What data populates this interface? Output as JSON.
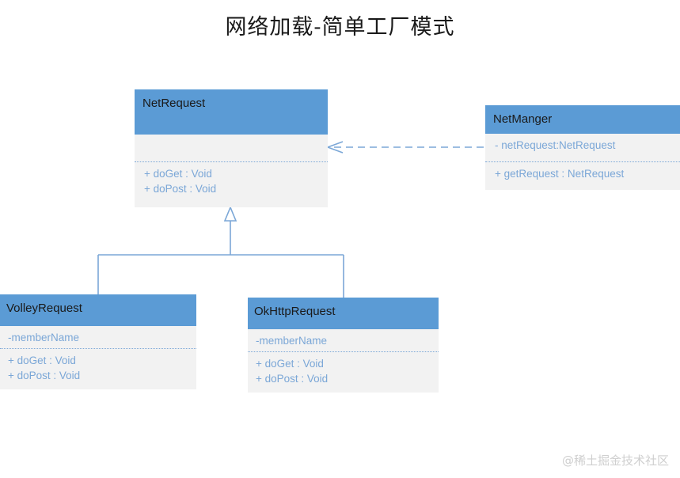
{
  "page": {
    "title": "网络加载-简单工厂模式",
    "watermark": "@稀土掘金技术社区",
    "background": "#ffffff"
  },
  "theme": {
    "header_fill": "#5b9bd5",
    "body_fill": "#f2f2f2",
    "member_text": "#7ba7d7",
    "title_text": "#1a1a1a",
    "connector_stroke": "#7ba7d7",
    "watermark_text": "#cfcfcf"
  },
  "classes": [
    {
      "id": "netrequest",
      "name": "NetRequest",
      "attributes": [],
      "operations": [
        "+ doGet : Void",
        "+ doPost : Void"
      ]
    },
    {
      "id": "netmanger",
      "name": "NetManger",
      "attributes": [
        "- netRequest:NetRequest"
      ],
      "operations": [
        "+ getRequest : NetRequest"
      ]
    },
    {
      "id": "volleyrequest",
      "name": "VolleyRequest",
      "attributes": [
        "-memberName"
      ],
      "operations": [
        "+ doGet : Void",
        "+ doPost : Void"
      ]
    },
    {
      "id": "okhttprequest",
      "name": "OkHttpRequest",
      "attributes": [
        "-memberName"
      ],
      "operations": [
        "+ doGet : Void",
        "+ doPost : Void"
      ]
    }
  ],
  "relations": [
    {
      "id": "dependency-netmanger-netrequest",
      "type": "dependency",
      "style": "dashed",
      "arrow": "open",
      "from": "NetManger",
      "to": "NetRequest"
    },
    {
      "id": "generalization-volleyrequest-netrequest",
      "type": "generalization",
      "style": "solid",
      "arrow": "hollow-triangle",
      "from": "VolleyRequest",
      "to": "NetRequest"
    },
    {
      "id": "generalization-okhttprequest-netrequest",
      "type": "generalization",
      "style": "solid",
      "arrow": "hollow-triangle",
      "from": "OkHttpRequest",
      "to": "NetRequest"
    }
  ]
}
